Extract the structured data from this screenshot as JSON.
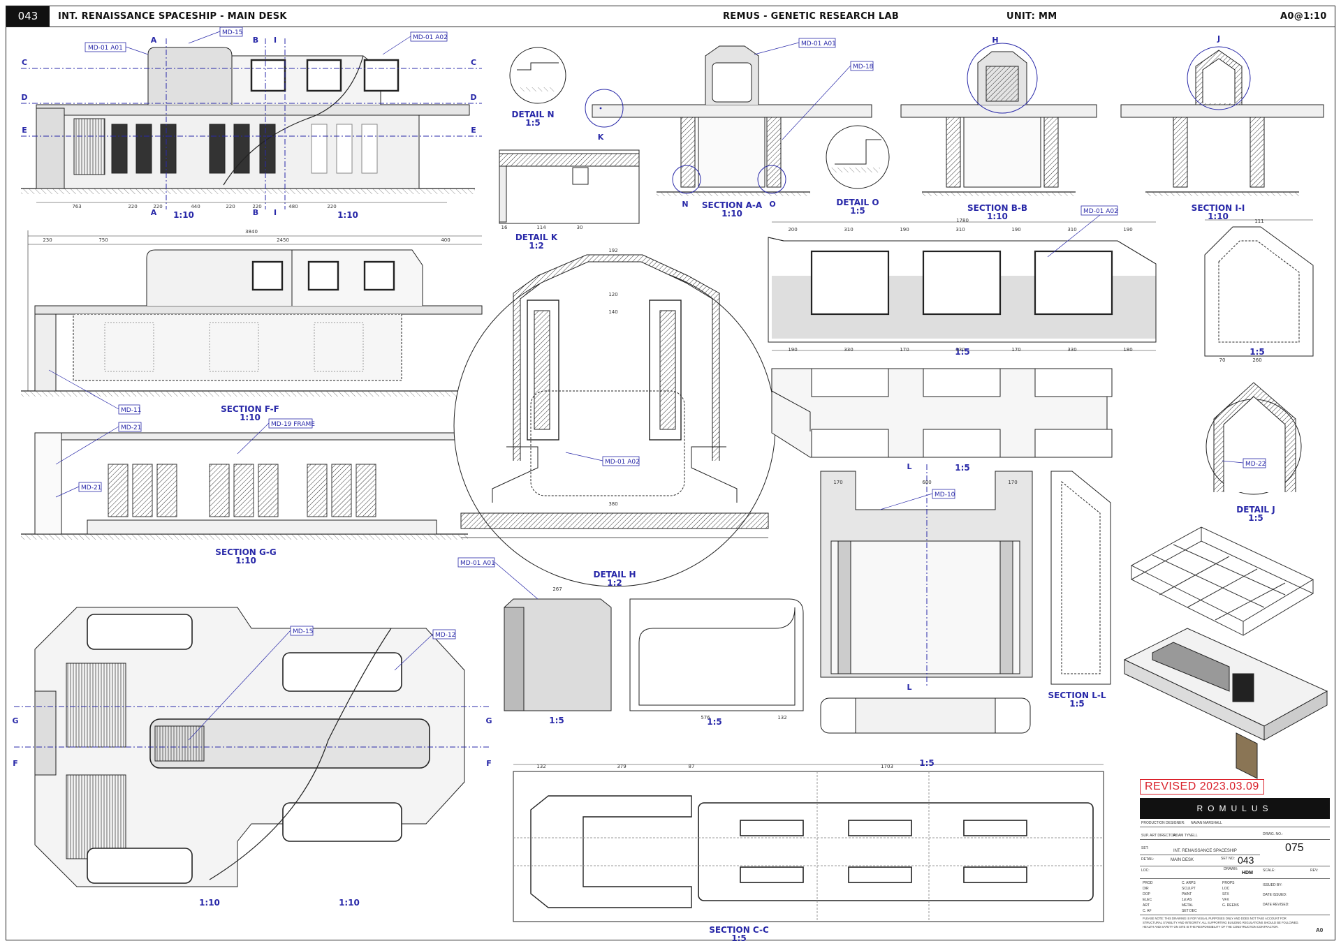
{
  "header": {
    "sheet_number": "043",
    "title": "INT. RENAISSANCE SPACESHIP - MAIN DESK",
    "project": "REMUS -  GENETIC RESEARCH LAB",
    "unit": "UNIT: MM",
    "scale": "A0@1:10"
  },
  "views": {
    "detail_n": {
      "title": "DETAIL N",
      "scale": "1:5"
    },
    "detail_k": {
      "title": "DETAIL K",
      "scale": "1:2"
    },
    "section_aa": {
      "title": "SECTION A-A",
      "scale": "1:10"
    },
    "detail_o": {
      "title": "DETAIL O",
      "scale": "1:5"
    },
    "section_bb": {
      "title": "SECTION B-B",
      "scale": "1:10"
    },
    "section_ii": {
      "title": "SECTION I-I",
      "scale": "1:10"
    },
    "section_ff": {
      "title": "SECTION F-F",
      "scale": "1:10"
    },
    "section_gg": {
      "title": "SECTION G-G",
      "scale": "1:10"
    },
    "detail_h": {
      "title": "DETAIL H",
      "scale": "1:2"
    },
    "detail_j": {
      "title": "DETAIL J",
      "scale": "1:5"
    },
    "section_ll": {
      "title": "SECTION L-L",
      "scale": "1:5"
    },
    "section_cc": {
      "title": "SECTION C-C",
      "scale": "1:5"
    },
    "elevation_scale_a": "1:10",
    "elevation_scale_b": "1:10",
    "plan_scale_a": "1:10",
    "plan_scale_b": "1:10",
    "scale_15_a": "1:5",
    "scale_15_b": "1:5",
    "scale_15_c": "1:5",
    "scale_15_d": "1:5",
    "scale_15_e": "1:5",
    "scale_15_f": "1:5"
  },
  "callouts": {
    "md01a01_a": "MD-01 A01",
    "md15_a": "MD-15",
    "md01a02_a": "MD-01 A02",
    "md01a01_b": "MD-01 A01",
    "md18": "MD-18",
    "md01a02_b": "MD-01 A02",
    "md11": "MD-11",
    "md21_a": "MD-21",
    "md19": "MD-19 FRAME",
    "md21_b": "MD-21",
    "md01a02_c": "MD-01 A02",
    "md22": "MD-22",
    "md10": "MD-10",
    "md01a01_c": "MD-01 A01",
    "md15_b": "MD-15",
    "md12": "MD-12"
  },
  "markers": {
    "A": "A",
    "B": "B",
    "I": "I",
    "C": "C",
    "D": "D",
    "E": "E",
    "K": "K",
    "N": "N",
    "O": "O",
    "H": "H",
    "J": "J",
    "L": "L",
    "G": "G",
    "F": "F"
  },
  "dims": {
    "elev_bottom": [
      "763",
      "220",
      "220",
      "440",
      "220",
      "220",
      "480",
      "220"
    ],
    "ff_top": [
      "230",
      "750",
      "2450",
      "400"
    ],
    "ff_total": "3840",
    "panel_top": [
      "200",
      "310",
      "190",
      "310",
      "190",
      "310",
      "190"
    ],
    "panel_total": "1780",
    "panel_bottom": [
      "190",
      "330",
      "170",
      "330",
      "170",
      "330",
      "180"
    ],
    "dh_top": "192",
    "dh_120": "120",
    "dh_140": "140",
    "dh_380": "380",
    "dk": [
      "114",
      "30",
      "16"
    ],
    "ll": [
      "170",
      "680",
      "170"
    ],
    "cc_top": [
      "132",
      "379",
      "87",
      "1703"
    ],
    "side_w": "111",
    "side_b": "260",
    "side_70": "70",
    "r1": "267",
    "s576": "576",
    "s132": "132"
  },
  "title_block": {
    "revised": "REVISED 2023.03.09",
    "company": "ROMULUS",
    "production_designer_label": "PRODUCTION DESIGNER:",
    "production_designer": "NAVAN MARSHALL",
    "sup_art_director_label": "SUP. ART DIRECTOR:",
    "sup_art_director": "ADAM TYNELL",
    "set_label": "SET:",
    "set": "INT. RENAISSANCE SPACESHIP",
    "detail_label": "DETAIL:",
    "detail": "MAIN DESK",
    "set_no_label": "SET NO:",
    "set_no": "043",
    "drawing_no_label": "DRWG. NO.:",
    "drawing_no": "075",
    "drawn_label": "DRAWN:",
    "drawn": "HDM",
    "scale_label": "SCALE:",
    "rev_label": "REV:",
    "loc_label": "LOC:",
    "col1": [
      "PROD",
      "DIR",
      "DOP",
      "ELEC",
      "ART",
      "C. AF"
    ],
    "col2": [
      "C. ARPS",
      "SCULPT",
      "PAINT",
      "1st AS",
      "METAL",
      "SET DEC"
    ],
    "col3": [
      "PROPS",
      "LOC",
      "SFX",
      "VFX",
      "G. REENS"
    ],
    "col4": [
      "ISSUED BY:",
      "DATE ISSUED:",
      "DATE REVISED:"
    ],
    "note": "PLEASE NOTE: THIS DRAWING IS FOR VISUAL PURPOSES ONLY AND DOES NOT TAKE ACCOUNT FOR STRUCTURAL STABILITY AND INTEGRITY. ALL SUPPORTING BUILDING REGULATIONS SHOULD BE FOLLOWED. HEALTH AND SAFETY ON SITE IS THE RESPONSIBILITY OF THE CONSTRUCTION CONTRACTOR.",
    "size": "A0"
  },
  "colors": {
    "ink": "#222222",
    "annot": "#2828a8",
    "fill": "#d8d8d8",
    "red": "#d9202a"
  }
}
